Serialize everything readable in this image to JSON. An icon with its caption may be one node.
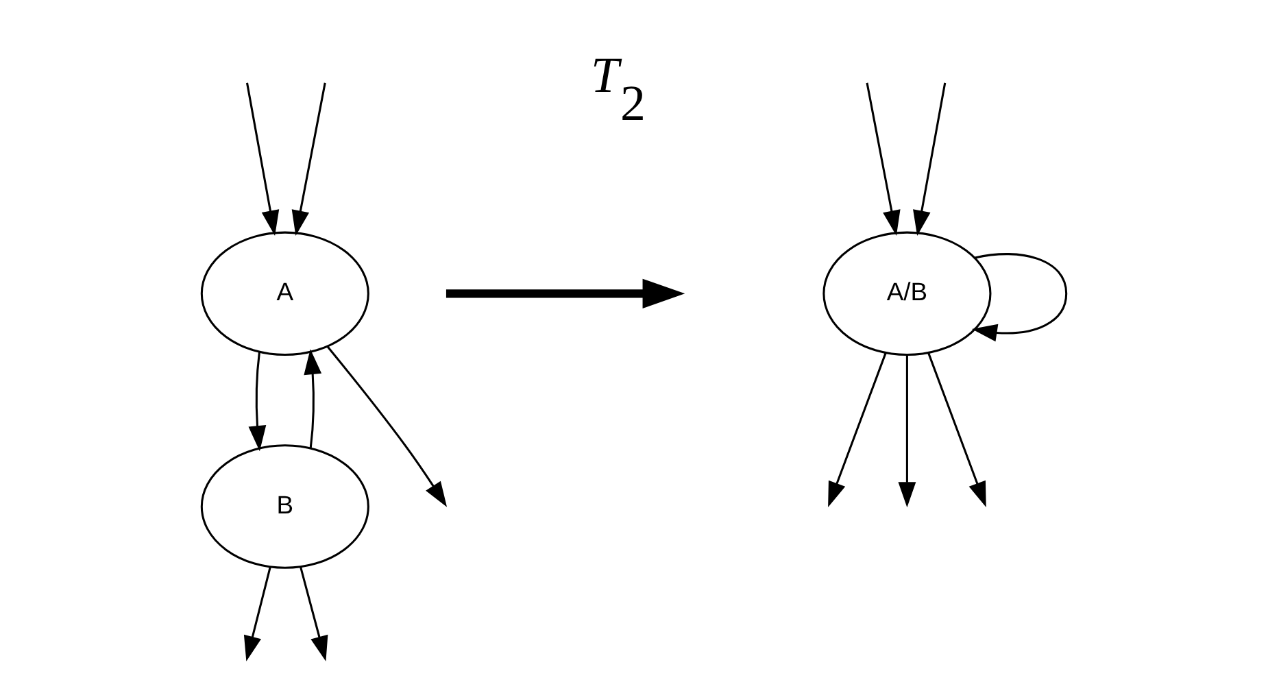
{
  "diagram": {
    "nodes": [
      {
        "text": [
          "A"
        ]
      },
      {
        "text": [
          "B"
        ]
      },
      {
        "text": [
          "A/B"
        ]
      }
    ],
    "edges": [
      {
        "from": 0,
        "to": null,
        "arrow": "to"
      },
      {
        "from": null,
        "to": 0,
        "arrow": "to"
      },
      {
        "from": null,
        "to": 0,
        "arrow": "to"
      },
      {
        "from": 0,
        "to": 1,
        "arrow": "to"
      },
      {
        "from": 1,
        "to": 0,
        "arrow": "to"
      },
      {
        "from": 1,
        "to": null,
        "arrow": "to"
      },
      {
        "from": 1,
        "to": null,
        "arrow": "to"
      },
      {
        "from": 2,
        "to": null,
        "arrow": "to"
      },
      {
        "from": 2,
        "to": null,
        "arrow": "to"
      },
      {
        "from": 2,
        "to": 2,
        "arrow": "to"
      },
      {
        "from": null,
        "to": 2,
        "arrow": "to"
      },
      {
        "from": null,
        "to": 2,
        "arrow": "to"
      },
      {
        "from": 2,
        "to": null,
        "arrow": "to"
      }
    ],
    "labels": [
      "T$_{2}$"
    ]
  }
}
